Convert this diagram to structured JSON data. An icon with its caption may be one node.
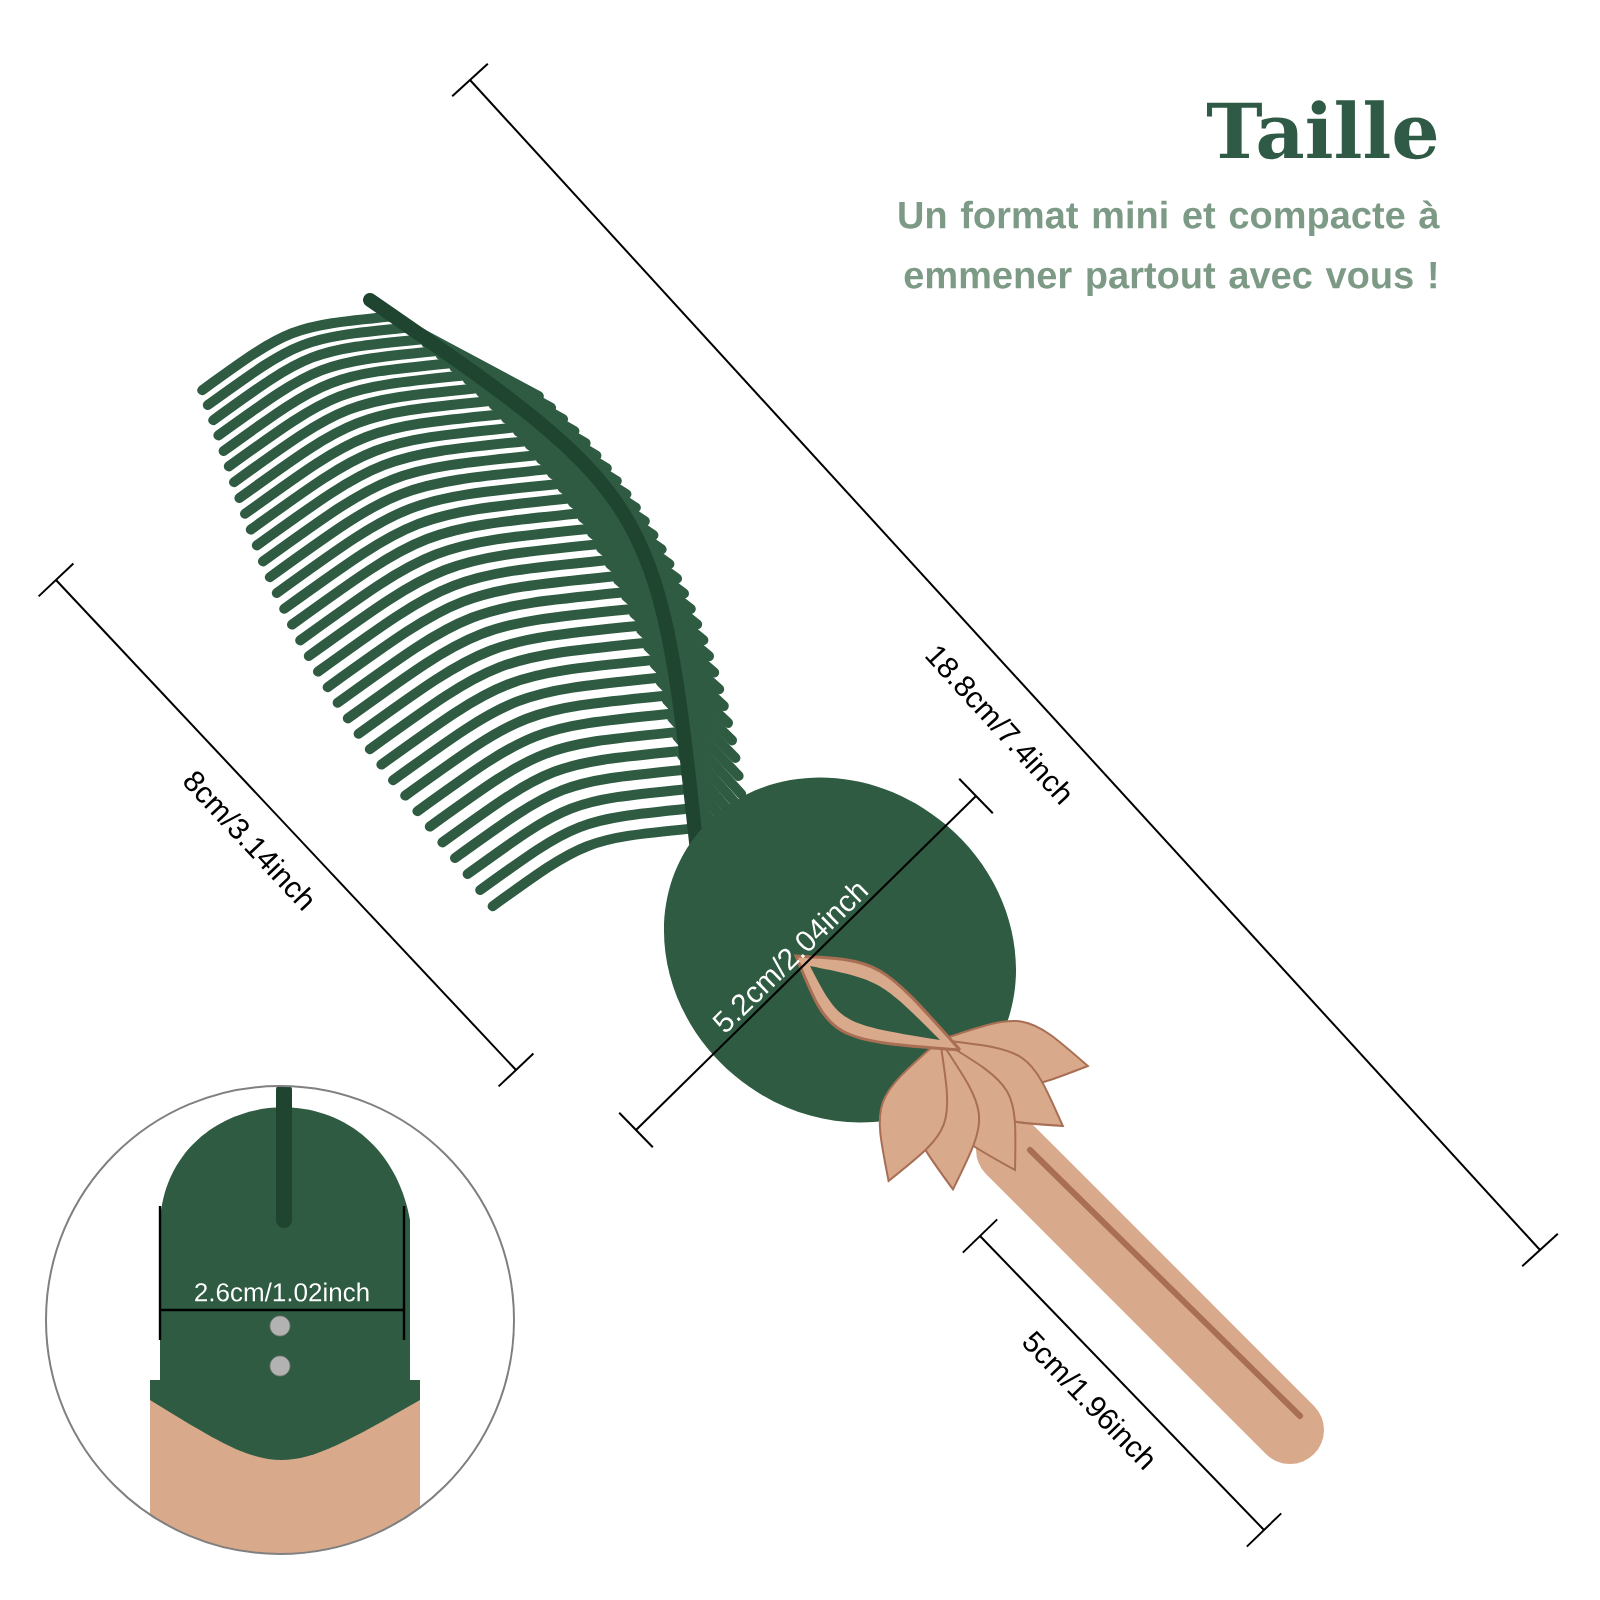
{
  "diagram": {
    "title": "Taille",
    "labels": [
      "Un format mini et compacte à emmener partout avec vous !",
      "18.8cm/7.4inch",
      "8cm/3.14inch",
      "5.2cm/2.04inch",
      "5cm/1.96inch",
      "2.6cm/1.02inch"
    ]
  }
}
